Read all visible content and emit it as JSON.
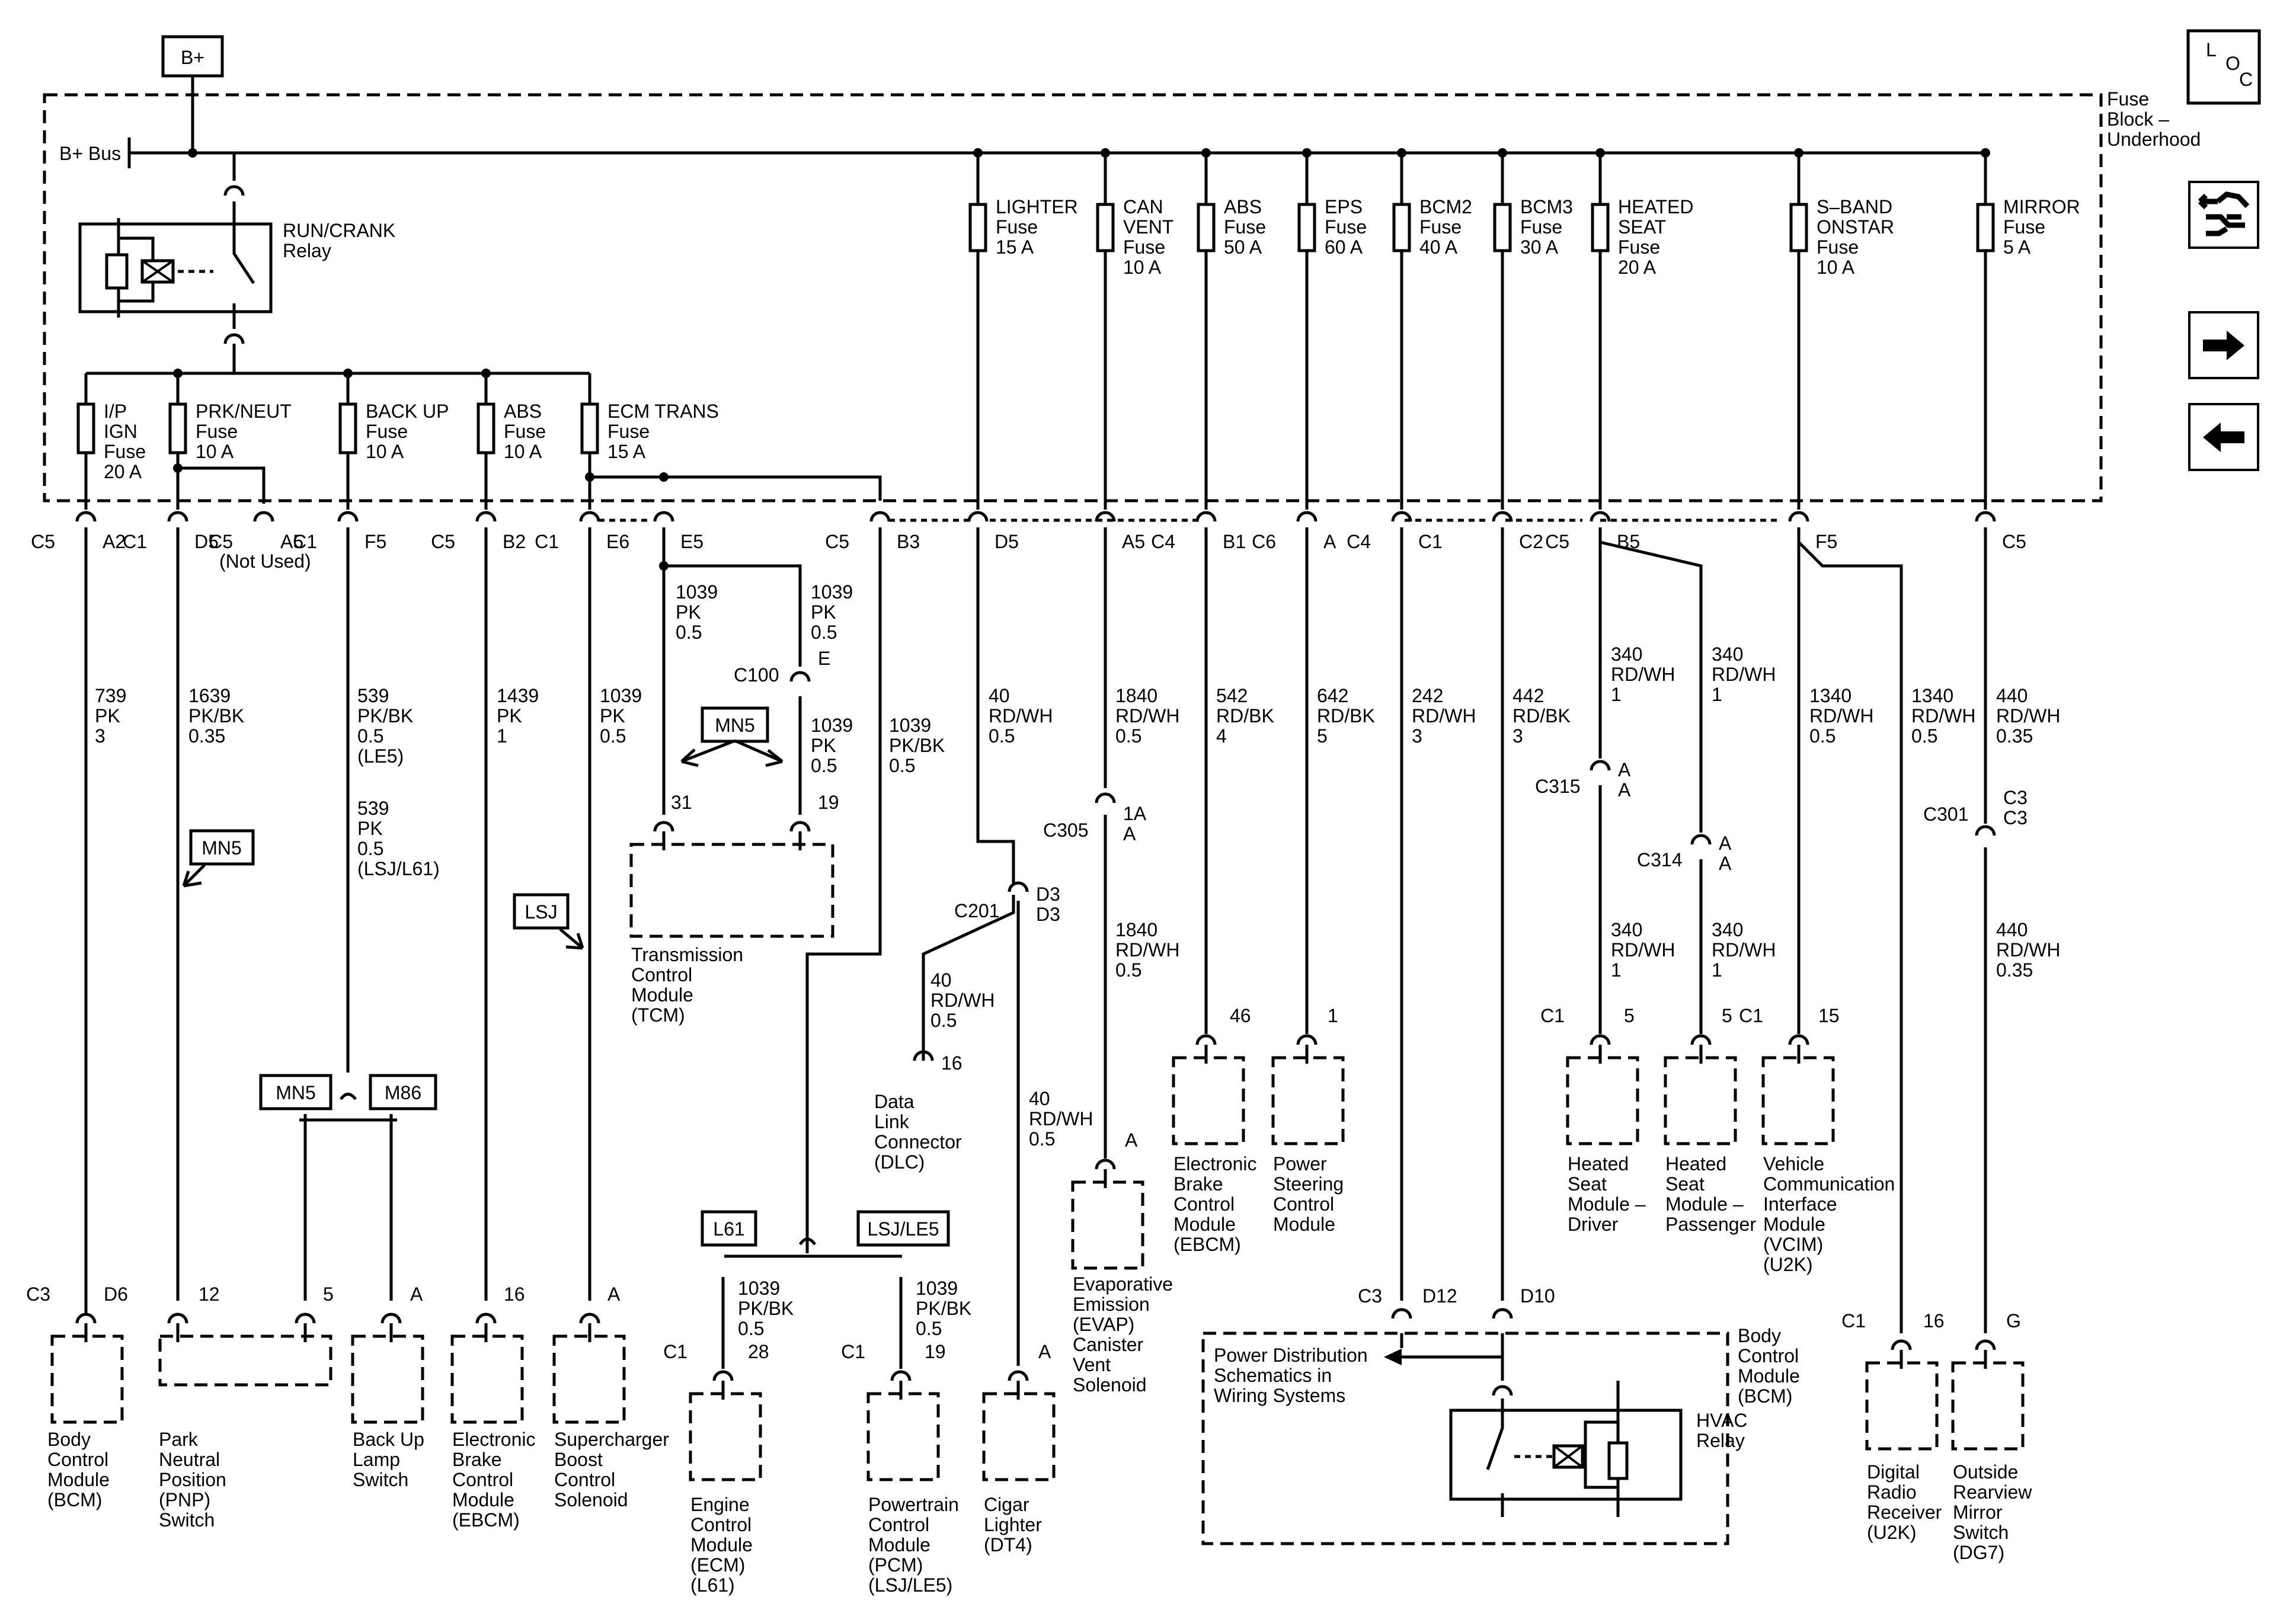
{
  "top": {
    "bplus": "B+",
    "bus": "B+ Bus",
    "fuse_block": [
      "Fuse",
      "Block –",
      "Underhood"
    ],
    "loc": [
      "L",
      "O",
      "C"
    ]
  },
  "relay": {
    "label": [
      "RUN/CRANK",
      "Relay"
    ]
  },
  "fuses_upper": [
    {
      "label": [
        "LIGHTER",
        "Fuse",
        "15 A"
      ]
    },
    {
      "label": [
        "CAN",
        "VENT",
        "Fuse",
        "10 A"
      ]
    },
    {
      "label": [
        "ABS",
        "Fuse",
        "50 A"
      ]
    },
    {
      "label": [
        "EPS",
        "Fuse",
        "60 A"
      ]
    },
    {
      "label": [
        "BCM2",
        "Fuse",
        "40 A"
      ]
    },
    {
      "label": [
        "BCM3",
        "Fuse",
        "30 A"
      ]
    },
    {
      "label": [
        "HEATED",
        "SEAT",
        "Fuse",
        "20 A"
      ]
    },
    {
      "label": [
        "S–BAND",
        "ONSTAR",
        "Fuse",
        "10 A"
      ]
    },
    {
      "label": [
        "MIRROR",
        "Fuse",
        "5 A"
      ]
    }
  ],
  "fuses_lower": [
    {
      "label": [
        "I/P",
        "IGN",
        "Fuse",
        "20 A"
      ]
    },
    {
      "label": [
        "PRK/NEUT",
        "Fuse",
        "10 A"
      ]
    },
    {
      "label": [
        "BACK UP",
        "Fuse",
        "10 A"
      ]
    },
    {
      "label": [
        "ABS",
        "Fuse",
        "10 A"
      ]
    },
    {
      "label": [
        "ECM TRANS",
        "Fuse",
        "15 A"
      ]
    }
  ],
  "pins": [
    {
      "conn": "C5",
      "pin": "A2"
    },
    {
      "conn": "C1",
      "pin": "D5"
    },
    {
      "conn": "C5",
      "pin": "A5"
    },
    {
      "conn": "C1",
      "pin": "F5"
    },
    {
      "conn": "C5",
      "pin": "B2"
    },
    {
      "conn": "C1",
      "pin": "E6"
    },
    {
      "conn": "",
      "pin": "E5"
    },
    {
      "conn": "C5",
      "pin": "B3"
    },
    {
      "conn": "",
      "pin": "D5"
    },
    {
      "conn": "",
      "pin": "A5"
    },
    {
      "conn": "C4",
      "pin": "B1"
    },
    {
      "conn": "C6",
      "pin": "A"
    },
    {
      "conn": "C4",
      "pin": "C1"
    },
    {
      "conn": "",
      "pin": "C2"
    },
    {
      "conn": "C5",
      "pin": "B5"
    },
    {
      "conn": "",
      "pin": "F5"
    },
    {
      "conn": "",
      "pin": "C5"
    }
  ],
  "not_used": "(Not Used)",
  "wires": [
    [
      "739",
      "PK",
      "3"
    ],
    [
      "1639",
      "PK/BK",
      "0.35"
    ],
    [
      "539",
      "PK/BK",
      "0.5",
      "(LE5)"
    ],
    [
      "539",
      "PK",
      "0.5",
      "(LSJ/L61)"
    ],
    [
      "1439",
      "PK",
      "1"
    ],
    [
      "1039",
      "PK",
      "0.5"
    ],
    [
      "1039",
      "PK",
      "0.5"
    ],
    [
      "1039",
      "PK",
      "0.5"
    ],
    [
      "1039",
      "PK",
      "0.5"
    ],
    [
      "1039",
      "PK/BK",
      "0.5"
    ],
    [
      "40",
      "RD/WH",
      "0.5"
    ],
    [
      "40",
      "RD/WH",
      "0.5"
    ],
    [
      "40",
      "RD/WH",
      "0.5"
    ],
    [
      "1840",
      "RD/WH",
      "0.5"
    ],
    [
      "1840",
      "RD/WH",
      "0.5"
    ],
    [
      "542",
      "RD/BK",
      "4"
    ],
    [
      "642",
      "RD/BK",
      "5"
    ],
    [
      "242",
      "RD/WH",
      "3"
    ],
    [
      "442",
      "RD/BK",
      "3"
    ],
    [
      "340",
      "RD/WH",
      "1"
    ],
    [
      "340",
      "RD/WH",
      "1"
    ],
    [
      "340",
      "RD/WH",
      "1"
    ],
    [
      "340",
      "RD/WH",
      "1"
    ],
    [
      "1340",
      "RD/WH",
      "0.5"
    ],
    [
      "1340",
      "RD/WH",
      "0.5"
    ],
    [
      "440",
      "RD/WH",
      "0.35"
    ],
    [
      "440",
      "RD/WH",
      "0.35"
    ],
    [
      "1039",
      "PK/BK",
      "0.5"
    ],
    [
      "1039",
      "PK/BK",
      "0.5"
    ]
  ],
  "inline": {
    "c100": {
      "name": "C100",
      "pin": "E"
    },
    "c305": {
      "name": "C305",
      "pin": "1A",
      "pin2": "A"
    },
    "c201": {
      "name": "C201",
      "pin": "D3",
      "pin2": "D3"
    },
    "c315": {
      "name": "C315",
      "pin": "A",
      "pin2": "A"
    },
    "c314": {
      "name": "C314",
      "pin": "A",
      "pin2": "A"
    },
    "c301": {
      "name": "C301",
      "pin": "C3",
      "pin2": "C3"
    }
  },
  "options": {
    "mn5": "MN5",
    "lsj": "LSJ",
    "m86": "M86",
    "l61": "L61",
    "lsjle5": "LSJ/LE5"
  },
  "components": [
    {
      "id": "bcm-left",
      "conn": "C3",
      "pin": "D6",
      "label": [
        "Body",
        "Control",
        "Module",
        "(BCM)"
      ]
    },
    {
      "id": "pnp",
      "conn": "",
      "pin": "12",
      "pin2": "5",
      "label": [
        "Park",
        "Neutral",
        "Position",
        "(PNP)",
        "Switch"
      ]
    },
    {
      "id": "backup",
      "conn": "",
      "pin": "A",
      "label": [
        "Back Up",
        "Lamp",
        "Switch"
      ]
    },
    {
      "id": "ebcm-left",
      "conn": "",
      "pin": "16",
      "label": [
        "Electronic",
        "Brake",
        "Control",
        "Module",
        "(EBCM)"
      ]
    },
    {
      "id": "supercharger",
      "conn": "",
      "pin": "A",
      "label": [
        "Supercharger",
        "Boost",
        "Control",
        "Solenoid"
      ]
    },
    {
      "id": "tcm",
      "conn": "",
      "pin": "31",
      "pin2": "19",
      "label": [
        "Transmission",
        "Control",
        "Module",
        "(TCM)"
      ]
    },
    {
      "id": "ecm",
      "conn": "C1",
      "pin": "28",
      "label": [
        "Engine",
        "Control",
        "Module",
        "(ECM)",
        "(L61)"
      ]
    },
    {
      "id": "pcm",
      "conn": "C1",
      "pin": "19",
      "label": [
        "Powertrain",
        "Control",
        "Module",
        "(PCM)",
        "(LSJ/LE5)"
      ]
    },
    {
      "id": "dlc",
      "conn": "",
      "pin": "16",
      "label": [
        "Data",
        "Link",
        "Connector",
        "(DLC)"
      ]
    },
    {
      "id": "cigar",
      "conn": "",
      "pin": "A",
      "label": [
        "Cigar",
        "Lighter",
        "(DT4)"
      ]
    },
    {
      "id": "evap",
      "conn": "",
      "pin": "A",
      "label": [
        "Evaporative",
        "Emission",
        "(EVAP)",
        "Canister",
        "Vent",
        "Solenoid"
      ]
    },
    {
      "id": "ebcm-right",
      "conn": "",
      "pin": "46",
      "label": [
        "Electronic",
        "Brake",
        "Control",
        "Module",
        "(EBCM)"
      ]
    },
    {
      "id": "pscm",
      "conn": "",
      "pin": "1",
      "label": [
        "Power",
        "Steering",
        "Control",
        "Module"
      ]
    },
    {
      "id": "bcm-right",
      "conn": "C3",
      "pin": "D12",
      "pin2": "D10",
      "label": [
        "Body",
        "Control",
        "Module",
        "(BCM)"
      ]
    },
    {
      "id": "hsm-driver",
      "conn": "C1",
      "pin": "5",
      "label": [
        "Heated",
        "Seat",
        "Module –",
        "Driver"
      ]
    },
    {
      "id": "hsm-pass",
      "conn": "",
      "pin": "5",
      "label": [
        "Heated",
        "Seat",
        "Module –",
        "Passenger"
      ]
    },
    {
      "id": "vcim",
      "conn": "C1",
      "pin": "15",
      "label": [
        "Vehicle",
        "Communication",
        "Interface",
        "Module",
        "(VCIM)",
        "(U2K)"
      ]
    },
    {
      "id": "radio",
      "conn": "C1",
      "pin": "16",
      "label": [
        "Digital",
        "Radio",
        "Receiver",
        "(U2K)"
      ]
    },
    {
      "id": "mirror",
      "conn": "",
      "pin": "G",
      "label": [
        "Outside",
        "Rearview",
        "Mirror",
        "Switch",
        "(DG7)"
      ]
    }
  ],
  "bcm_inner": {
    "pds": [
      "Power Distribution",
      "Schematics in",
      "Wiring Systems"
    ],
    "hvac": [
      "HVAC",
      "Relay"
    ]
  },
  "nav": [
    "wiring-harness-icon",
    "arrow-right-icon",
    "arrow-left-icon"
  ]
}
